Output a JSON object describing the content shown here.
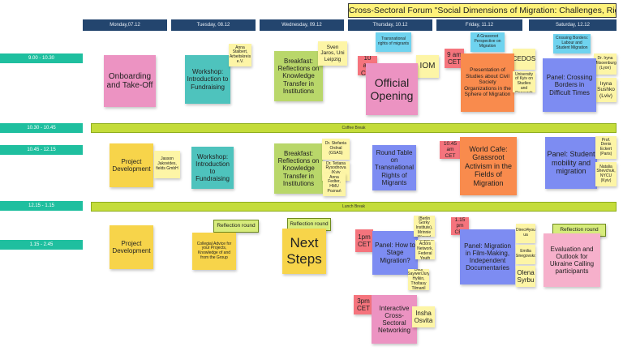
{
  "title": "Cross-Sectoral Forum \"Social Dimensions of Migration: Challenges, Rights, Hopes\"",
  "days": [
    "Monday,07.12",
    "Tuesday, 08.12",
    "Wednesday, 09.12",
    "Thursday, 10.12",
    "Friday, 11.12",
    "Saturday, 12.12"
  ],
  "times": [
    "9.00 - 10.30",
    "10.30 - 10.45",
    "10.45 - 12.15",
    "12.15 - 1.15",
    "1.15 - 2.45"
  ],
  "bands": {
    "coffee": "Coffee Break",
    "lunch": "Lunch Break"
  },
  "notes": {
    "mon1": "Onboarding and Take-Off",
    "mon2": "Project Development",
    "mon2_side": "Jasson Jakovides, fields GmbH",
    "mon3": "Project Development",
    "tue1": "Workshop: Introduction to Fundraising",
    "tue1_side": "Anna Stalbert, Arbeitskreis e.V.",
    "tue2": "Workshop: Introduction to Fundraising",
    "tue3_head": "Reflection round",
    "tue3": "Collegial Advice for your Projects, Knowledge of and from the Group",
    "wed1": "Breakfast: Reflections on Knowledge Transfer in Institutions",
    "wed1_side": "Sven Jaros, Uni Leipzig",
    "wed2": "Breakfast: Reflections on Knowledge Transfer in Institutions",
    "wed2_side1": "Dr. Stefania Ordnal (GSAS)",
    "wed2_side2": "Dr. Tetiana Rysodnova (Kyiv Mohyla)",
    "wed2_side3": "Anna Fedter, HMU Poznań",
    "wed3_head": "Reflection round",
    "wed3": "Next Steps",
    "thu_top": "Transnational rights of migrants",
    "thu1_time": "10 am CET",
    "thu1_side": "IOM",
    "thu1": "Official Opening",
    "thu2": "Round Table on Transnational Rights of Migrants",
    "thu3_time": "1pm CET",
    "thu3": "Panel: How to Stage Migration?",
    "thu3_side1": "Lesley Schwarz (Berlin Gorky Institute), Mrinnie Wenzel (Marie A)",
    "thu3_side2": "Manasea Philippine Actors Network, Federal Youth Manager",
    "thu3_side3": "Debi Saywer/Jury Hylkin, Tholtasy Tilmanil",
    "thu4_time": "3pm CET",
    "thu4": "Interactive Cross-Sectoral Networking",
    "thu4_side": "Insha Osvita",
    "fri_top": "A Grassroot Perspective on Migration",
    "fri1_time": "9 am CET",
    "fri1_side": "CEDOS",
    "fri1": "Presentation of Studies about Civil Society Organizations in the Sphere of Migration",
    "fri1_side2": "Information Institute of University of Kyiv on Studies and Research Initiatives",
    "fri2_time": "10.45 am CET",
    "fri2": "World Cafe: Grassroot Activism in the Fields of Migration",
    "fri3_time": "1.15 pm CET",
    "fri3": "Panel: Migration in Film-Making, Independent Documentaries",
    "fri3_side1": "Direct4you ua",
    "fri3_side2": "Emilia Sinegovsko",
    "fri3_side3": "Olena Syrbu",
    "sat_top": "Crossing Borders: Labour and Student Migration",
    "sat1_side1": "Dr. Iryna Mitsoenburg (Lyon)",
    "sat1_side2": "Iryna Sushko (Lviv)",
    "sat1": "Panel: Crossing Borders in Difficult Times",
    "sat2": "Panel: Student mobility and migration",
    "sat2_side1": "Prof. Denis Eckert (Paris)",
    "sat2_side2": "Natalia Shevchuk, NYCU (Kyiv)",
    "sat3_head": "Reflection round",
    "sat3": "Evaluation and Outlook for Ukraine Calling participants"
  }
}
